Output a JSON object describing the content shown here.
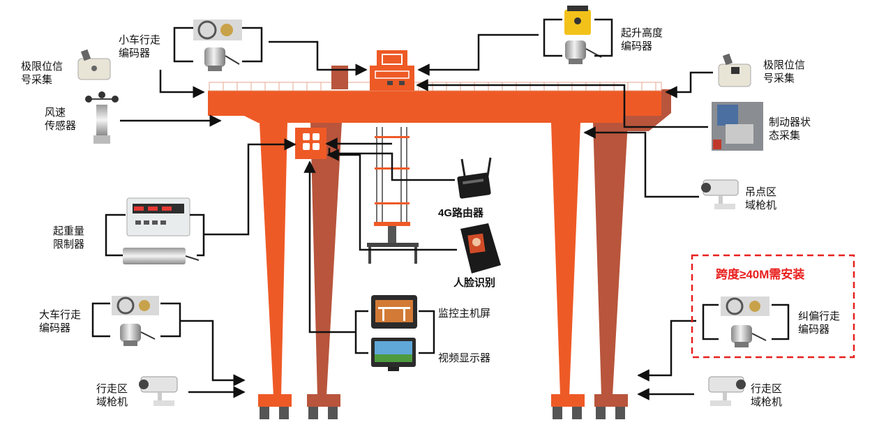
{
  "labels": {
    "trolley_encoder": [
      "小车行走",
      "编码器"
    ],
    "hoist_encoder": [
      "起升高度",
      "编码器"
    ],
    "limit_left": [
      "极限位信",
      "号采集"
    ],
    "limit_right": [
      "极限位信",
      "号采集"
    ],
    "wind_sensor": [
      "风速",
      "传感器"
    ],
    "brake_status": [
      "制动器状",
      "态采集"
    ],
    "hook_camera": [
      "吊点区",
      "域枪机"
    ],
    "router_4g": "4G路由器",
    "load_limiter": [
      "起重量",
      "限制器"
    ],
    "face_recognition": "人脸识别",
    "span_note": "跨度≥40M需安装",
    "deviation_encoder": [
      "纠偏行走",
      "编码器"
    ],
    "crane_encoder": [
      "大车行走",
      "编码器"
    ],
    "monitor_host_screen": "监控主机屏",
    "video_display": "视频显示器",
    "travel_camera_left": [
      "行走区",
      "域枪机"
    ],
    "travel_camera_right": [
      "行走区",
      "域枪机"
    ]
  },
  "colors": {
    "crane_front": "#ee5a26",
    "crane_back": "#b8553c",
    "arrow": "#111111",
    "note_border": "#e8201e"
  },
  "icons": [
    "encoder-icon",
    "handwheel-icon",
    "limit-switch-icon",
    "anemometer-icon",
    "brake-icon",
    "camera-icon",
    "router-icon",
    "load-display-icon",
    "load-cell-icon",
    "face-terminal-icon",
    "monitor-icon",
    "control-box-icon"
  ]
}
